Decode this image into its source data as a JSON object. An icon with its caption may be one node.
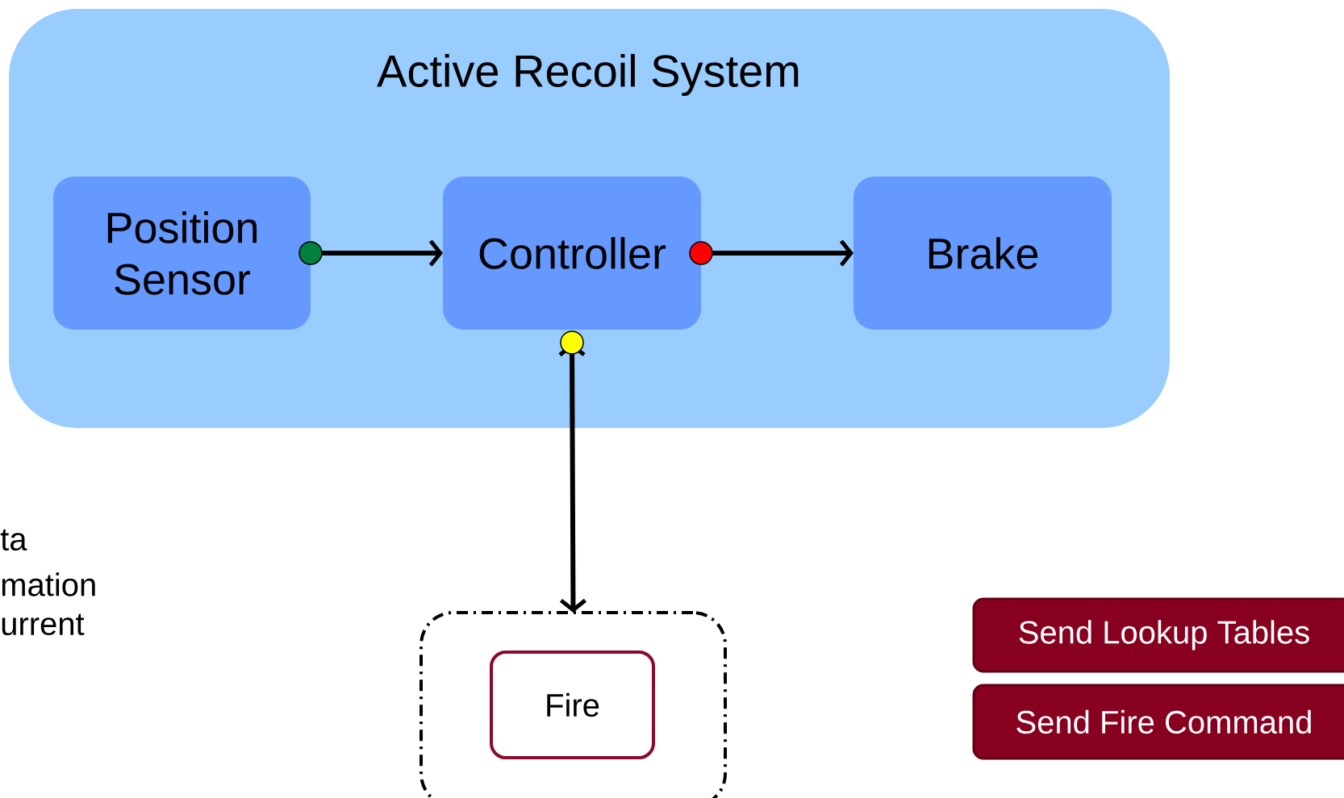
{
  "diagram": {
    "nodes": [
      {
        "text": [
          "Active Recoil System"
        ]
      },
      {
        "text": [
          "Position Sensor"
        ],
        "in": 0
      },
      {
        "text": [
          "Controller"
        ],
        "in": 0
      },
      {
        "text": [
          "Brake"
        ],
        "in": 0
      },
      {
        "text": [],
        "shape": "box"
      },
      {
        "text": [
          "Fire"
        ],
        "in": 4
      },
      {
        "text": [
          "Send Lookup Tables"
        ]
      },
      {
        "text": [
          "Send Fire Command"
        ]
      }
    ],
    "edges": [
      {
        "from": 1,
        "to": 2,
        "arrow": "to"
      },
      {
        "from": 2,
        "to": 3,
        "arrow": "to"
      },
      {
        "from": 2,
        "to": 4,
        "arrow": "both"
      }
    ],
    "labels": [
      "ta",
      "mation",
      "urrent"
    ]
  }
}
